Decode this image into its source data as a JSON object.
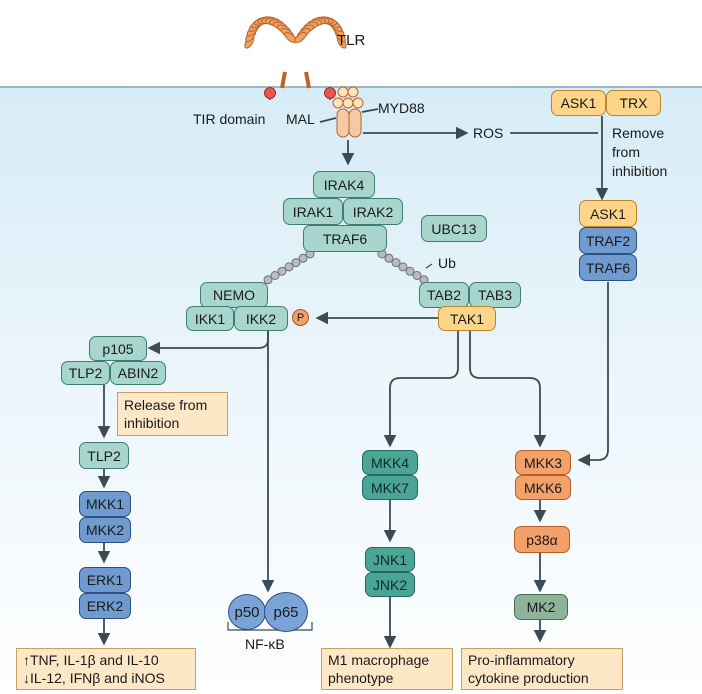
{
  "labels": {
    "tlr": "TLR",
    "tir_domain": "TIR domain",
    "mal": "MAL",
    "myd88": "MYD88",
    "ros": "ROS",
    "remove_from_inhibition": [
      "Remove",
      "from",
      "inhibition"
    ],
    "ub": "Ub",
    "phospho": "P",
    "nfkb": "NF-κB"
  },
  "nodes": {
    "ask1_top": "ASK1",
    "trx": "TRX",
    "ask1": "ASK1",
    "traf2": "TRAF2",
    "traf6_right": "TRAF6",
    "irak4": "IRAK4",
    "irak1": "IRAK1",
    "irak2": "IRAK2",
    "traf6": "TRAF6",
    "ubc13": "UBC13",
    "nemo": "NEMO",
    "ikk1": "IKK1",
    "ikk2": "IKK2",
    "tab2": "TAB2",
    "tab3": "TAB3",
    "tak1": "TAK1",
    "p105": "p105",
    "tlp2_complex": "TLP2",
    "abin2": "ABIN2",
    "tlp2": "TLP2",
    "mkk1": "MKK1",
    "mkk2": "MKK2",
    "erk1": "ERK1",
    "erk2": "ERK2",
    "p50": "p50",
    "p65": "p65",
    "mkk4": "MKK4",
    "mkk7": "MKK7",
    "jnk1": "JNK1",
    "jnk2": "JNK2",
    "mkk3": "MKK3",
    "mkk6": "MKK6",
    "p38a": "p38α",
    "mk2": "MK2"
  },
  "notes": {
    "release": [
      "Release from",
      "inhibition"
    ],
    "erk_out": [
      "↑TNF, IL-1β and IL-10",
      "↓IL-12, IFNβ and iNOS"
    ],
    "jnk_out": [
      "M1 macrophage",
      "phenotype"
    ],
    "p38_out": [
      "Pro-inflammatory",
      "cytokine production"
    ]
  }
}
